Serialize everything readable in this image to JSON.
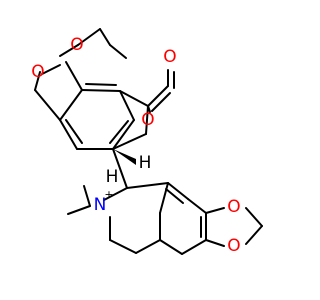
{
  "molecule": {
    "atom_labels": {
      "o_top_left": "O",
      "o_mid_left": "O",
      "o_carbonyl": "O",
      "o_lactone": "O",
      "h_upper": "H",
      "h_lower": "H",
      "n_plus": "N",
      "charge": "+",
      "o_right_top": "O",
      "o_right_bottom": "O"
    },
    "colors": {
      "carbon": "#000000",
      "oxygen": "#ff0000",
      "nitrogen": "#0000ff",
      "background": "#ffffff"
    }
  }
}
